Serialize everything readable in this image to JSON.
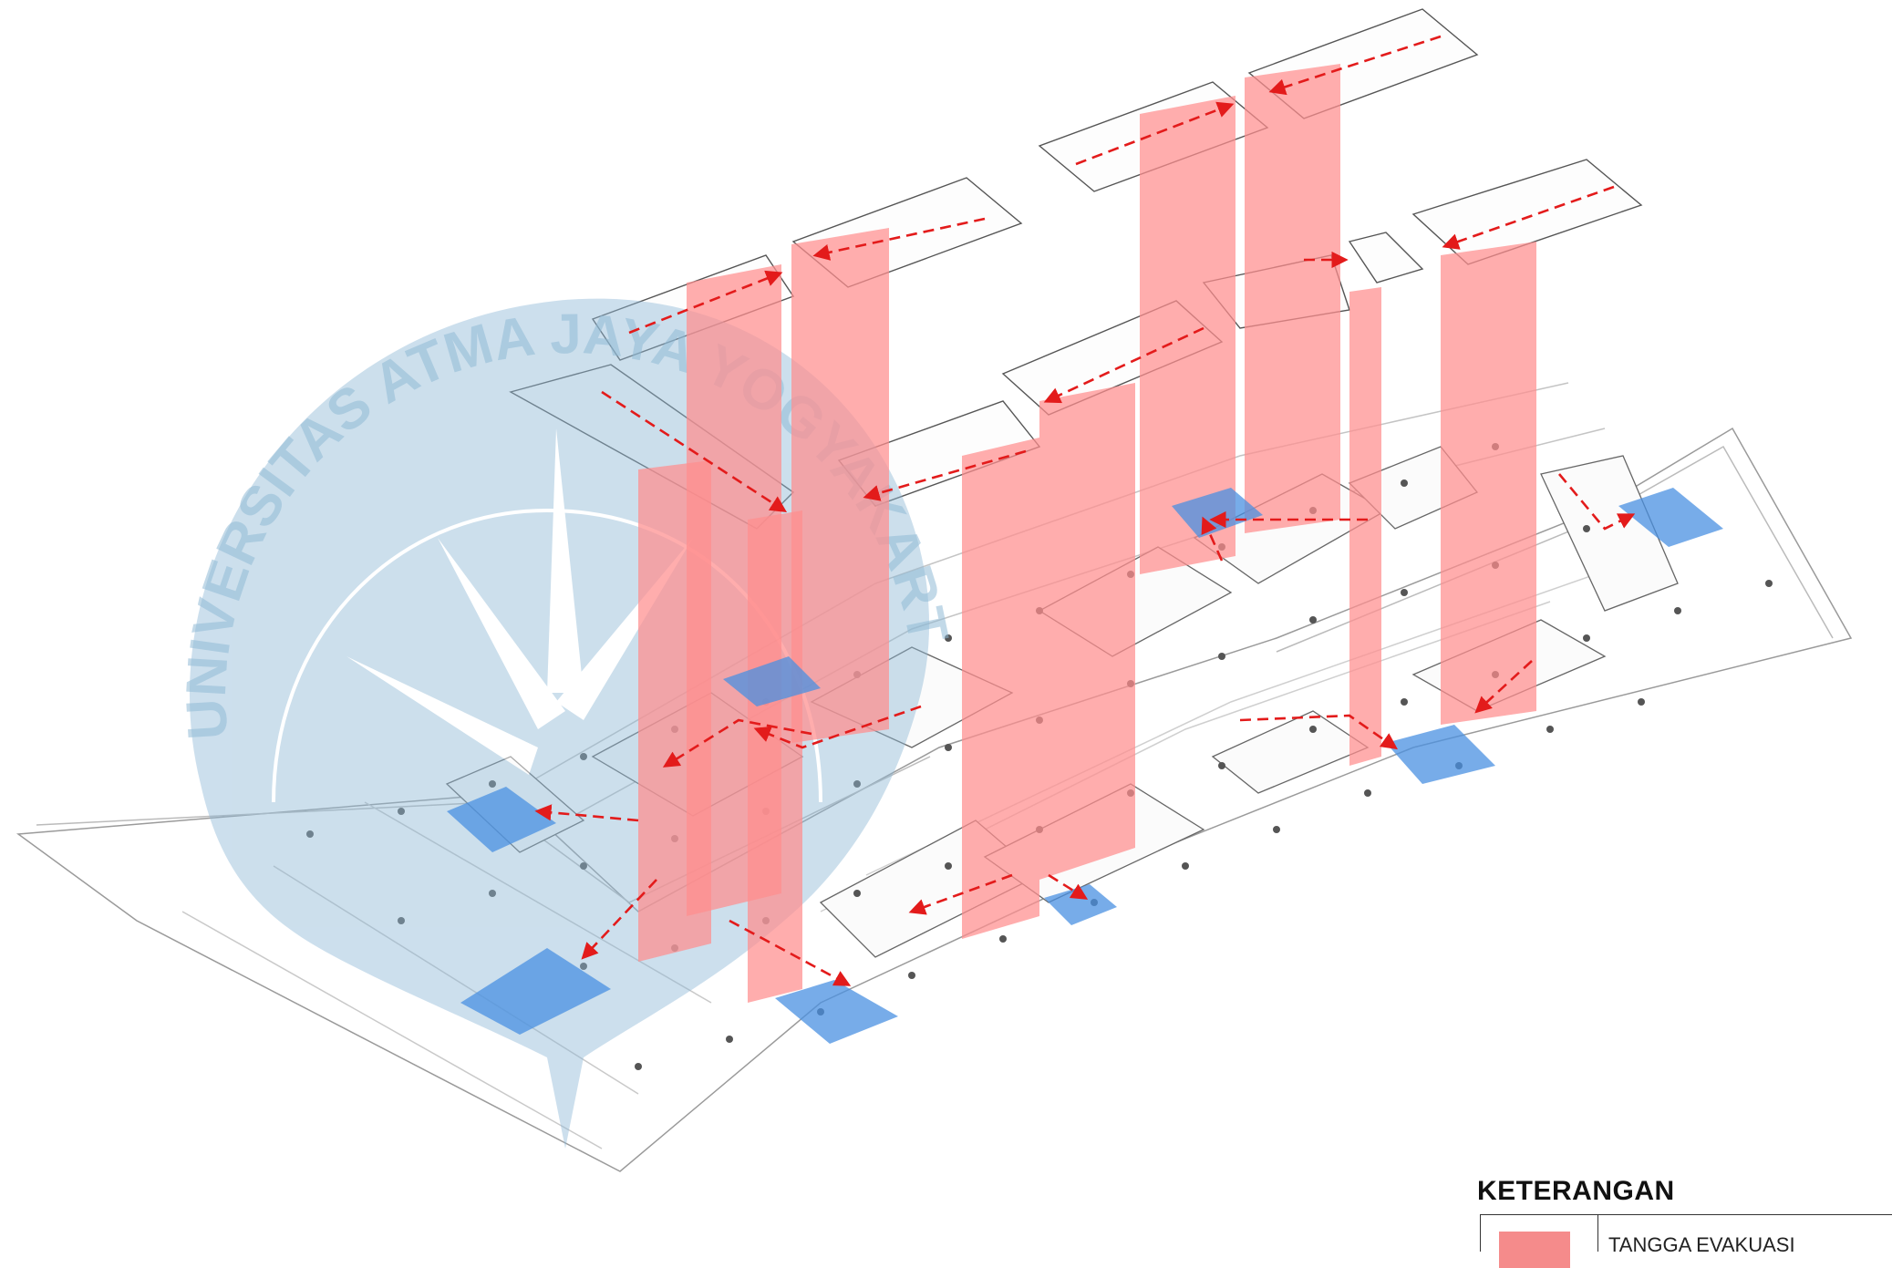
{
  "watermark": {
    "text": "UNIVERSITAS ATMA JAYA YOGYAKARTA",
    "color": "#8fb9d6"
  },
  "colors": {
    "stair": "#ff8e8e",
    "assembly": "#4a90e2",
    "route": "#e31b1b",
    "linework": "#8a8a8a"
  },
  "legend": {
    "title": "KETERANGAN",
    "items": [
      {
        "label": "TANGGA EVAKUASI",
        "color": "#f58b8b"
      }
    ]
  }
}
